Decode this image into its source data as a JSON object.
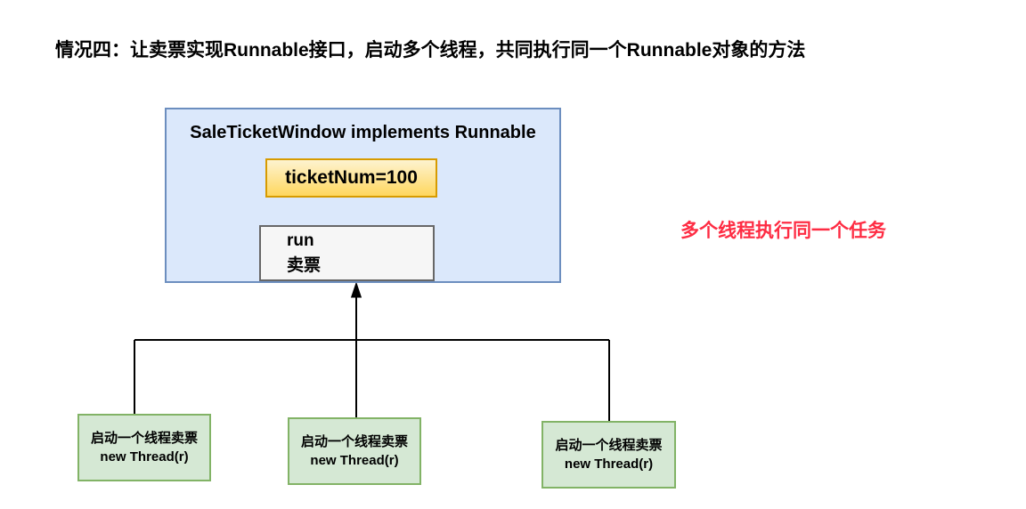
{
  "page": {
    "title": "情况四：让卖票实现Runnable接口，启动多个线程，共同执行同一个Runnable对象的方法"
  },
  "diagram": {
    "runnable_class": {
      "title": "SaleTicketWindow implements Runnable",
      "field": "ticketNum=100",
      "method_line1": "run",
      "method_line2": "卖票"
    },
    "note": "多个线程执行同一个任务",
    "threads": [
      {
        "line1": "启动一个线程卖票",
        "line2": "new Thread(r)"
      },
      {
        "line1": "启动一个线程卖票",
        "line2": "new Thread(r)"
      },
      {
        "line1": "启动一个线程卖票",
        "line2": "new Thread(r)"
      }
    ],
    "colors": {
      "class_fill": "#dbe8fb",
      "class_border": "#6c8ebf",
      "field_fill_top": "#fdf3d0",
      "field_fill_bottom": "#ffd75e",
      "field_border": "#d79b00",
      "method_fill": "#f6f6f6",
      "method_border": "#676767",
      "thread_fill": "#d5e8d4",
      "thread_border": "#82b366",
      "note_color": "#fe2c43",
      "line_color": "#000000"
    }
  }
}
